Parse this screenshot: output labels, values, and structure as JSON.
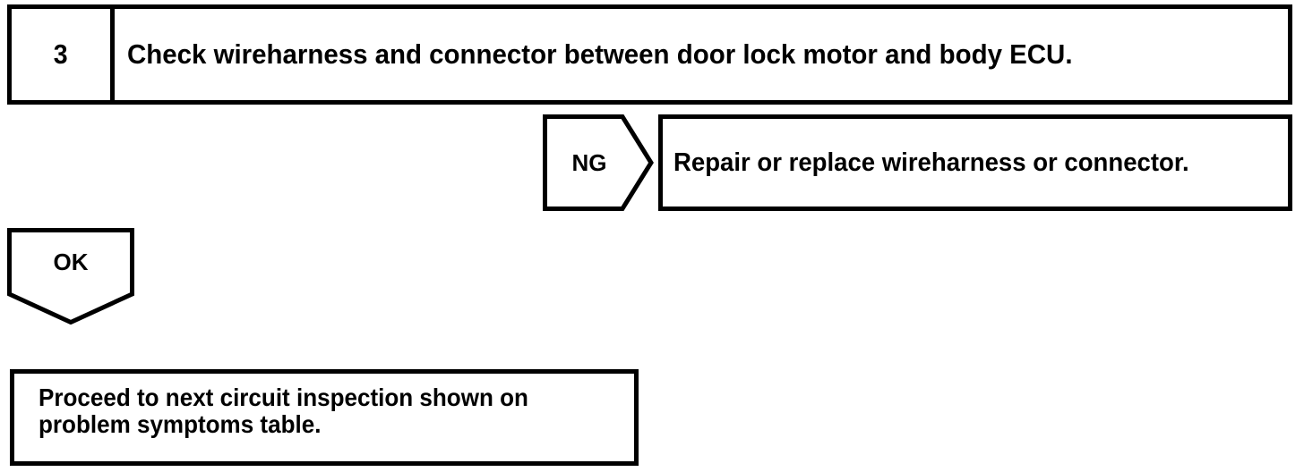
{
  "diagram": {
    "type": "diagnostic-flowchart",
    "stroke_color": "#000000",
    "background_color": "#ffffff",
    "step": {
      "number": "3",
      "instruction": "Check wireharness and connector between door lock motor and body ECU."
    },
    "branches": {
      "ng": {
        "label": "NG",
        "direction": "right",
        "outcome": "Repair or replace wireharness or connector."
      },
      "ok": {
        "label": "OK",
        "direction": "down",
        "outcome": "Proceed to next circuit inspection shown on\nproblem symptoms table."
      }
    }
  }
}
